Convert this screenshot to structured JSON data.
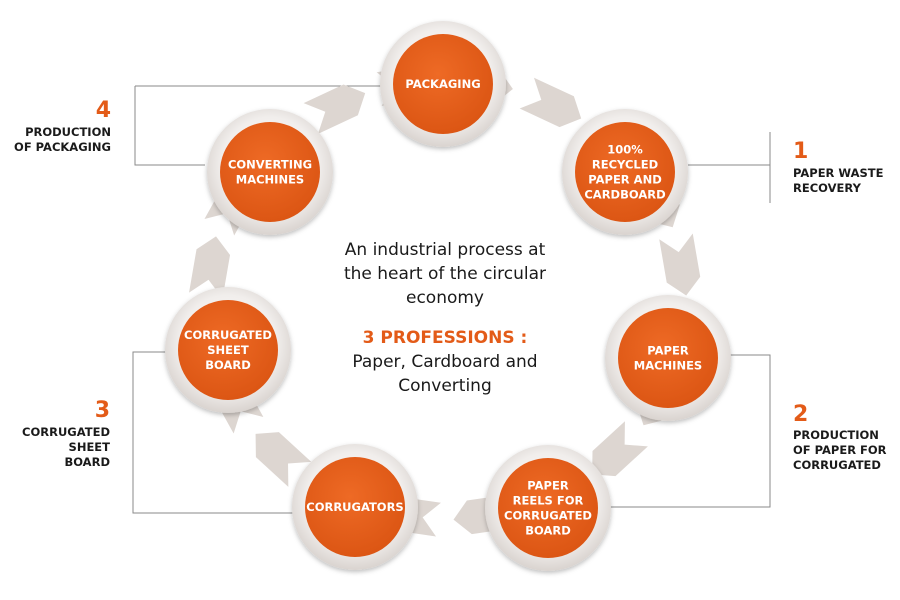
{
  "colors": {
    "accent": "#e35b18",
    "node_fill": "#e05a18",
    "ring": "#ddd6d1",
    "text": "#1a1a1a",
    "bracket": "#8a8a8a"
  },
  "center": {
    "line1": "An industrial process at",
    "line2": "the heart of the circular",
    "line3": "economy",
    "professions_title": "3 PROFESSIONS :",
    "professions_line1": "Paper, Cardboard and",
    "professions_line2": "Converting"
  },
  "nodes": [
    {
      "lines": [
        "PACKAGING"
      ]
    },
    {
      "lines": [
        "100%",
        "RECYCLED",
        "PAPER AND",
        "CARDBOARD"
      ]
    },
    {
      "lines": [
        "PAPER",
        "MACHINES"
      ]
    },
    {
      "lines": [
        "PAPER",
        "REELS FOR",
        "CORRUGATED",
        "BOARD"
      ]
    },
    {
      "lines": [
        "CORRUGATORS"
      ]
    },
    {
      "lines": [
        "CORRUGATED",
        "SHEET",
        "BOARD"
      ]
    },
    {
      "lines": [
        "CONVERTING",
        "MACHINES"
      ]
    }
  ],
  "steps": [
    {
      "number": "1",
      "lines": [
        "PAPER WASTE",
        "RECOVERY"
      ]
    },
    {
      "number": "2",
      "lines": [
        "PRODUCTION",
        "OF PAPER FOR",
        "CORRUGATED"
      ]
    },
    {
      "number": "3",
      "lines": [
        "CORRUGATED",
        "SHEET",
        "BOARD"
      ]
    },
    {
      "number": "4",
      "lines": [
        "PRODUCTION",
        "OF PACKAGING"
      ]
    }
  ]
}
